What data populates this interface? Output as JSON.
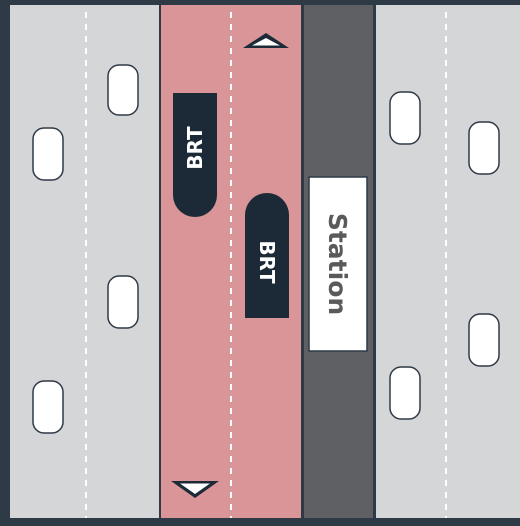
{
  "diagram": {
    "bus_label_1": "BRT",
    "bus_label_2": "BRT",
    "station_label": "Station",
    "direction_up": "triangle-up-icon",
    "direction_down": "triangle-down-icon"
  },
  "colors": {
    "frame": "#2e3a46",
    "general_lane": "#d5d6d8",
    "brt_lane": "#d99597",
    "station_platform": "#5f6063",
    "bus": "#1c2a38",
    "car": "#ffffff",
    "station_box": "#ffffff",
    "station_text": "#5a5a5a"
  }
}
